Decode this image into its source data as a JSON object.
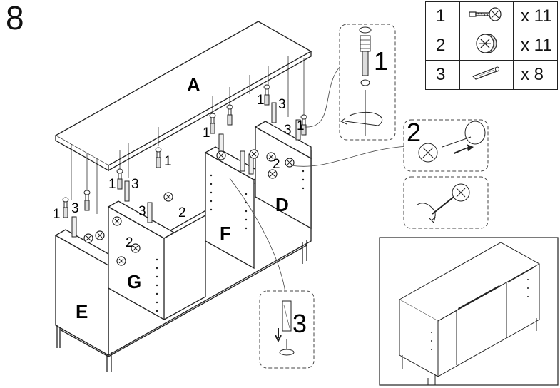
{
  "step": {
    "number": "8"
  },
  "parts": [
    {
      "index": "1",
      "icon": "cam-bolt-icon",
      "quantity": "x 11"
    },
    {
      "index": "2",
      "icon": "cam-lock-icon",
      "quantity": "x 11"
    },
    {
      "index": "3",
      "icon": "wooden-dowel-icon",
      "quantity": "x 8"
    }
  ],
  "panels": {
    "a": "A",
    "d": "D",
    "e": "E",
    "f": "F",
    "g": "G"
  },
  "callouts": {
    "one": "1",
    "two": "2",
    "three": "3"
  },
  "diagram_labels": {
    "l1": "1",
    "l2": "1",
    "l3": "3",
    "l4": "1",
    "l5": "3",
    "l6": "1",
    "l7": "1",
    "l8": "3",
    "l9": "3",
    "l10": "3",
    "l11": "1",
    "l12": "2",
    "l13": "2",
    "l14": "2"
  }
}
